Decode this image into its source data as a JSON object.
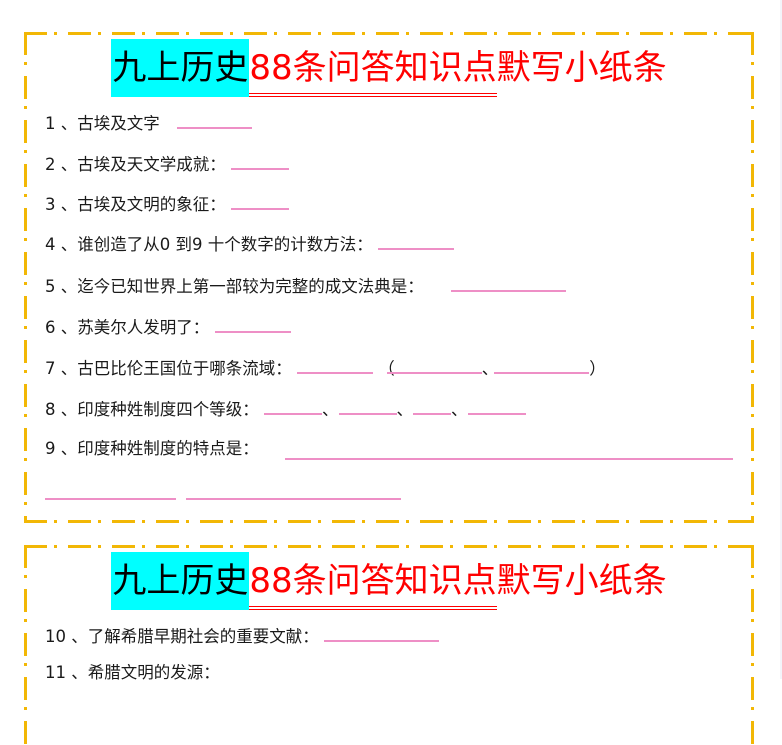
{
  "document": {
    "title_highlight": "九上历史",
    "title_underlined": "88条问答知识点",
    "title_rest": "默写小纸条",
    "colors": {
      "border": "#f2b705",
      "highlight": "#00ffff",
      "title_red": "#ff0000",
      "blank_line": "#ee8fc6"
    }
  },
  "card1": {
    "questions": [
      {
        "num": "1",
        "text": "、古埃及文字"
      },
      {
        "num": "2",
        "text": "、古埃及天文学成就："
      },
      {
        "num": "3",
        "text": "、古埃及文明的象征："
      },
      {
        "num": "4",
        "text": "、谁创造了从0  到9  十个数字的计数方法："
      },
      {
        "num": "5",
        "text": "、迄今已知世界上第一部较为完整的成文法典是："
      },
      {
        "num": "6",
        "text": "、苏美尔人发明了："
      },
      {
        "num": "7",
        "text": "、古巴比伦王国位于哪条流域："
      },
      {
        "num": "8",
        "text": "、印度种姓制度四个等级："
      },
      {
        "num": "9",
        "text": "、印度种姓制度的特点是："
      }
    ],
    "q7_open_paren": "（",
    "q7_sep": "、",
    "q7_close_paren": "）",
    "q8_sep": "、"
  },
  "card2": {
    "questions": [
      {
        "num": "10",
        "text": "、了解希腊早期社会的重要文献："
      },
      {
        "num": "11",
        "text": "、希腊文明的发源："
      }
    ]
  }
}
